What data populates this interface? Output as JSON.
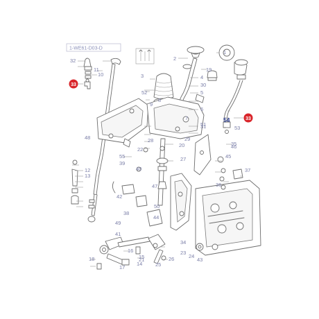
{
  "reference_code": "1-WE61-D03-D",
  "highlight": {
    "color": "#d9252a",
    "number": "33"
  },
  "callouts": [
    "1",
    "2",
    "3",
    "4",
    "5",
    "6",
    "7",
    "8",
    "9",
    "10",
    "11",
    "12",
    "13",
    "14",
    "15",
    "16",
    "17",
    "18",
    "19",
    "20",
    "21",
    "22",
    "23",
    "24",
    "25",
    "26",
    "27",
    "28",
    "29",
    "30",
    "31",
    "32",
    "34",
    "35",
    "36",
    "37",
    "38",
    "39",
    "40",
    "41",
    "42",
    "43",
    "44",
    "45",
    "46",
    "47",
    "48",
    "49",
    "50",
    "51",
    "52",
    "53",
    "54",
    "55"
  ],
  "strong_callout": "54",
  "colors": {
    "callout_text": "#7b7fa8",
    "line": "#6d6d6d",
    "highlight": "#d9252a"
  }
}
